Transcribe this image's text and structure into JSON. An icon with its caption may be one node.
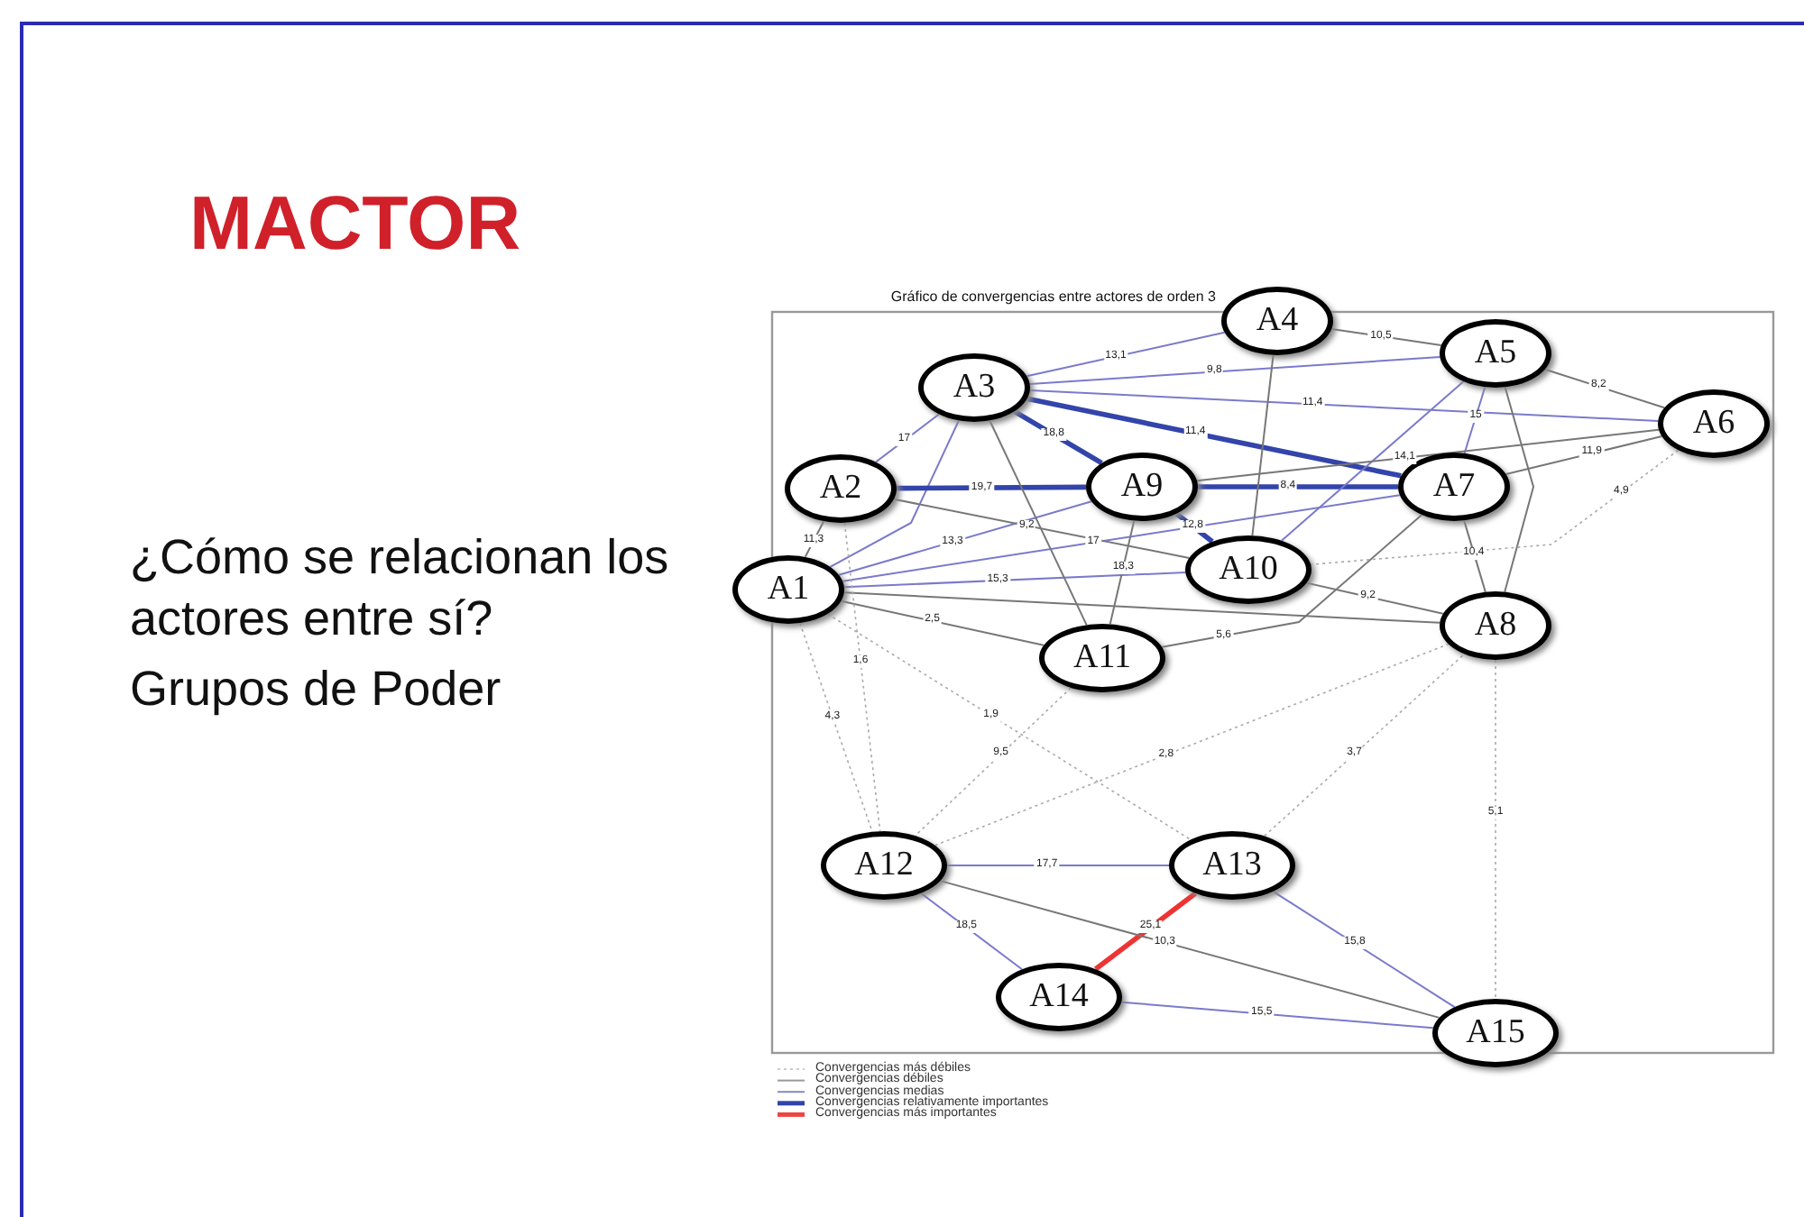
{
  "diagram": {
    "title": "MACTOR",
    "nodes": [
      {
        "text": [
          "A1"
        ]
      },
      {
        "text": [
          "A2"
        ]
      },
      {
        "text": [
          "A3"
        ]
      },
      {
        "text": [
          "A4"
        ]
      },
      {
        "text": [
          "A5"
        ]
      },
      {
        "text": [
          "A6"
        ]
      },
      {
        "text": [
          "A7"
        ]
      },
      {
        "text": [
          "A8"
        ]
      },
      {
        "text": [
          "A9"
        ]
      },
      {
        "text": [
          "A10"
        ]
      },
      {
        "text": [
          "A11"
        ]
      },
      {
        "text": [
          "A12"
        ]
      },
      {
        "text": [
          "A13"
        ]
      },
      {
        "text": [
          "A14"
        ]
      },
      {
        "text": [
          "A15"
        ]
      }
    ],
    "edges": [
      {
        "from": 0,
        "to": 1,
        "arrow": "none",
        "label": "11,3"
      },
      {
        "from": 0,
        "to": 2,
        "arrow": "none",
        "color": "#7a7acc"
      },
      {
        "from": 1,
        "to": 2,
        "arrow": "none",
        "color": "#7a7acc",
        "label": "17"
      },
      {
        "from": 2,
        "to": 3,
        "arrow": "none",
        "color": "#7a7acc",
        "label": "13,1"
      },
      {
        "from": 2,
        "to": 4,
        "arrow": "none",
        "color": "#7a7acc",
        "label": "9,8"
      },
      {
        "from": 2,
        "to": 5,
        "arrow": "none",
        "color": "#7a7acc",
        "label": "11,4"
      },
      {
        "from": 2,
        "to": 8,
        "arrow": "none",
        "color": "#3344aa",
        "style": "thick",
        "label": "18,8"
      },
      {
        "from": 2,
        "to": 6,
        "arrow": "none",
        "color": "#3344aa",
        "style": "thick",
        "label": "11,4"
      },
      {
        "from": 1,
        "to": 8,
        "arrow": "none",
        "color": "#3344aa",
        "style": "thick",
        "label": "19,7"
      },
      {
        "from": 8,
        "to": 9,
        "arrow": "none",
        "color": "#3344aa",
        "style": "thick",
        "label": "12,8"
      },
      {
        "from": 8,
        "to": 6,
        "arrow": "none",
        "color": "#3344aa",
        "style": "thick",
        "label": "8,4"
      },
      {
        "from": 0,
        "to": 8,
        "arrow": "none",
        "color": "#7a7acc",
        "label": "13,3"
      },
      {
        "from": 0,
        "to": 9,
        "arrow": "none",
        "color": "#7a7acc",
        "label": "15,3"
      },
      {
        "from": 0,
        "to": 6,
        "arrow": "none",
        "color": "#7a7acc",
        "label": "17"
      },
      {
        "from": 9,
        "to": 4,
        "arrow": "none",
        "color": "#7a7acc"
      },
      {
        "from": 4,
        "to": 6,
        "arrow": "none",
        "color": "#7a7acc",
        "label": "15"
      },
      {
        "from": 3,
        "to": 4,
        "arrow": "none",
        "label": "10,5"
      },
      {
        "from": 4,
        "to": 5,
        "arrow": "none",
        "label": "8,2"
      },
      {
        "from": 5,
        "to": 6,
        "arrow": "none",
        "label": "11,9"
      },
      {
        "from": 4,
        "to": 7,
        "arrow": "none"
      },
      {
        "from": 6,
        "to": 7,
        "arrow": "none",
        "label": "10,4"
      },
      {
        "from": 2,
        "to": 10,
        "arrow": "none"
      },
      {
        "from": 1,
        "to": 9,
        "arrow": "none",
        "label": "9,2"
      },
      {
        "from": 0,
        "to": 7,
        "arrow": "none"
      },
      {
        "from": 0,
        "to": 10,
        "arrow": "none",
        "label": "2,5"
      },
      {
        "from": 8,
        "to": 10,
        "arrow": "none",
        "label": "18,3"
      },
      {
        "from": 9,
        "to": 7,
        "arrow": "none",
        "label": "9,2"
      },
      {
        "from": 3,
        "to": 9,
        "arrow": "none"
      },
      {
        "from": 8,
        "to": 5,
        "arrow": "none",
        "label": "14,1"
      },
      {
        "from": 10,
        "to": 6,
        "arrow": "none",
        "label": "5,6"
      },
      {
        "from": 0,
        "to": 11,
        "arrow": "none",
        "style": "dashed",
        "label": "4,3"
      },
      {
        "from": 1,
        "to": 11,
        "arrow": "none",
        "style": "dashed",
        "label": "1,6"
      },
      {
        "from": 10,
        "to": 11,
        "arrow": "none",
        "style": "dashed",
        "label": "9,5"
      },
      {
        "from": 0,
        "to": 12,
        "arrow": "none",
        "style": "dashed",
        "label": "1,9"
      },
      {
        "from": 11,
        "to": 7,
        "arrow": "none",
        "style": "dashed",
        "label": "2,8"
      },
      {
        "from": 12,
        "to": 7,
        "arrow": "none",
        "style": "dashed",
        "label": "3,7"
      },
      {
        "from": 5,
        "to": 9,
        "arrow": "none",
        "style": "dashed",
        "label": "4,9"
      },
      {
        "from": 7,
        "to": 14,
        "arrow": "none",
        "style": "dashed",
        "label": "5,1"
      },
      {
        "from": 11,
        "to": 12,
        "arrow": "none",
        "color": "#7a7acc",
        "label": "17,7"
      },
      {
        "from": 11,
        "to": 13,
        "arrow": "none",
        "color": "#7a7acc",
        "label": "18,5"
      },
      {
        "from": 12,
        "to": 13,
        "arrow": "none",
        "color": "#ee3333",
        "style": "thick",
        "label": "25,1"
      },
      {
        "from": 11,
        "to": 14,
        "arrow": "none",
        "label": "10,3"
      },
      {
        "from": 12,
        "to": 14,
        "arrow": "none",
        "color": "#7a7acc",
        "label": "15,8"
      },
      {
        "from": 13,
        "to": 14,
        "arrow": "none",
        "color": "#7a7acc",
        "label": "15,5"
      }
    ],
    "labels": [
      "¿Cómo se relacionan los actores entre sí?",
      "Grupos de Poder",
      "Gráfico de convergencias entre actores de orden 3"
    ],
    "legend": [
      {
        "text": "Convergencias más débiles"
      },
      {
        "text": "Convergencias débiles"
      },
      {
        "text": "Convergencias medias"
      },
      {
        "text": "Convergencias relativamente importantes"
      },
      {
        "text": "Convergencias más importantes"
      }
    ]
  }
}
